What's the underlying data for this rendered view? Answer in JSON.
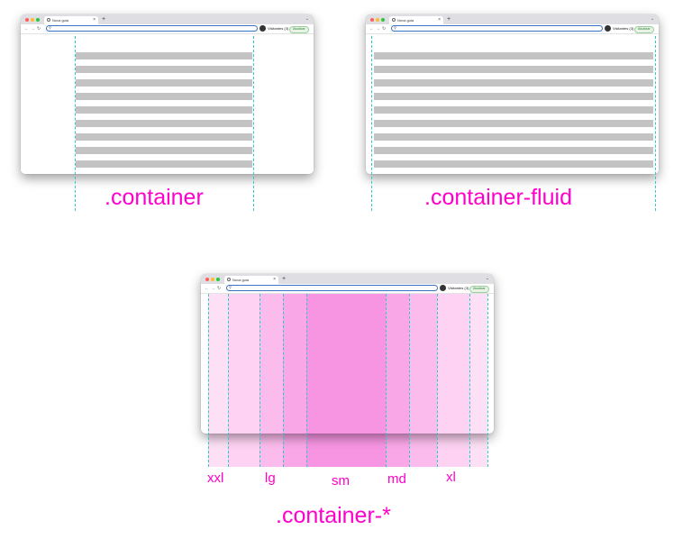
{
  "browser": {
    "tab_title": "Nova guia",
    "tab_close": "×",
    "new_tab": "+",
    "incognito_label": "Visitantes (3)",
    "update_label": "Atualizar"
  },
  "captions": {
    "container": ".container",
    "container_fluid": ".container-fluid",
    "container_any": ".container-*"
  },
  "breakpoints": {
    "xxl": "xxl",
    "lg": "lg",
    "sm": "sm",
    "md": "md",
    "xl": "xl"
  },
  "colors": {
    "caption": "#ff00cc",
    "guide": "#2fc9c9",
    "bar": "#c3c3c3",
    "band_light": "#fde0f5",
    "band_mid": "#fbb8eb",
    "band_strong": "#f795e3"
  },
  "icons": [
    "traffic-lights",
    "globe-icon",
    "back-icon",
    "forward-icon",
    "reload-icon",
    "search-icon",
    "profile-icon",
    "chevron-down-icon"
  ]
}
